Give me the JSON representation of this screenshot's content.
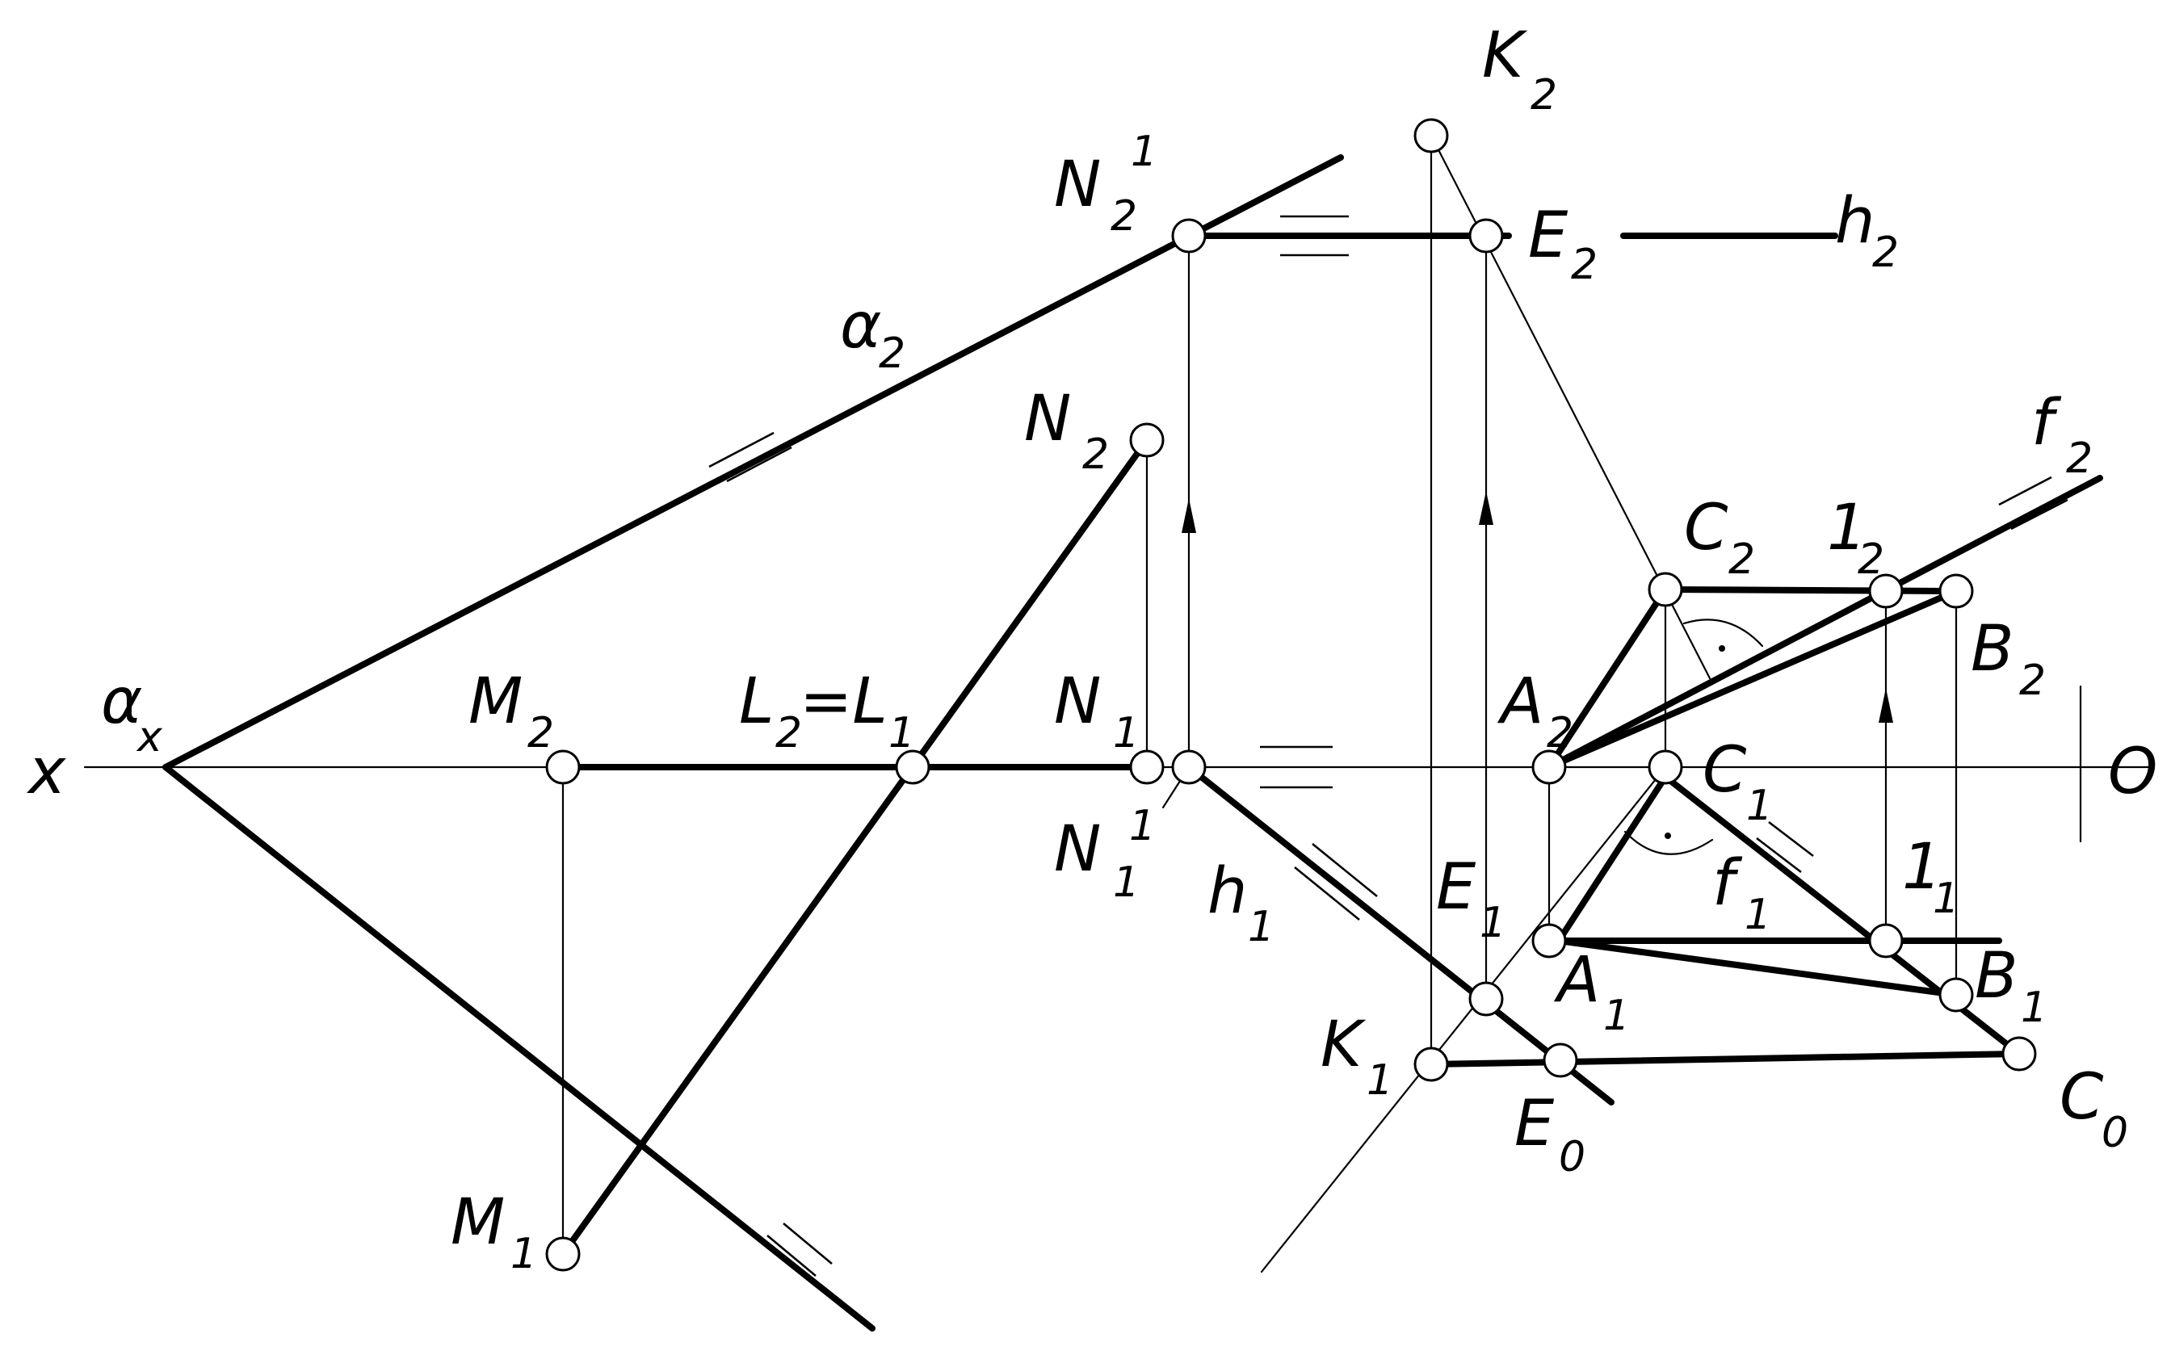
{
  "colors": {
    "background": "#ffffff",
    "ink": "#000000"
  },
  "labels": {
    "x": "x",
    "O": "O",
    "alpha_x": {
      "main": "α",
      "sub": "x"
    },
    "alpha_2": {
      "main": "α",
      "sub": "2"
    },
    "K2": {
      "main": "K",
      "sub": "2"
    },
    "N2_prime": {
      "main": "N",
      "sub": "2",
      "sup": "1"
    },
    "E2": {
      "main": "E",
      "sub": "2"
    },
    "h2": {
      "main": "h",
      "sub": "2"
    },
    "N2": {
      "main": "N",
      "sub": "2"
    },
    "f2": {
      "main": "f",
      "sub": "2"
    },
    "C2": {
      "main": "C",
      "sub": "2"
    },
    "one2": {
      "main": "1",
      "sub": "2"
    },
    "B2": {
      "main": "B",
      "sub": "2"
    },
    "M2": {
      "main": "M",
      "sub": "2"
    },
    "L2L1": {
      "main": "L",
      "sub": "2",
      "mid": "=L",
      "sub2": "1"
    },
    "N1": {
      "main": "N",
      "sub": "1"
    },
    "A2": {
      "main": "A",
      "sub": "2"
    },
    "C1": {
      "main": "C",
      "sub": "1"
    },
    "N1_prime": {
      "main": "N",
      "sub": "1",
      "sup": "1"
    },
    "h1": {
      "main": "h",
      "sub": "1"
    },
    "E1": {
      "main": "E",
      "sub": "1"
    },
    "f1": {
      "main": "f",
      "sub": "1"
    },
    "one1": {
      "main": "1",
      "sub": "1"
    },
    "A1": {
      "main": "A",
      "sub": "1"
    },
    "B1": {
      "main": "B",
      "sub": "1"
    },
    "K1": {
      "main": "K",
      "sub": "1"
    },
    "C0": {
      "main": "C",
      "sub": "0"
    },
    "E0": {
      "main": "E",
      "sub": "0"
    },
    "M1": {
      "main": "M",
      "sub": "1"
    }
  }
}
